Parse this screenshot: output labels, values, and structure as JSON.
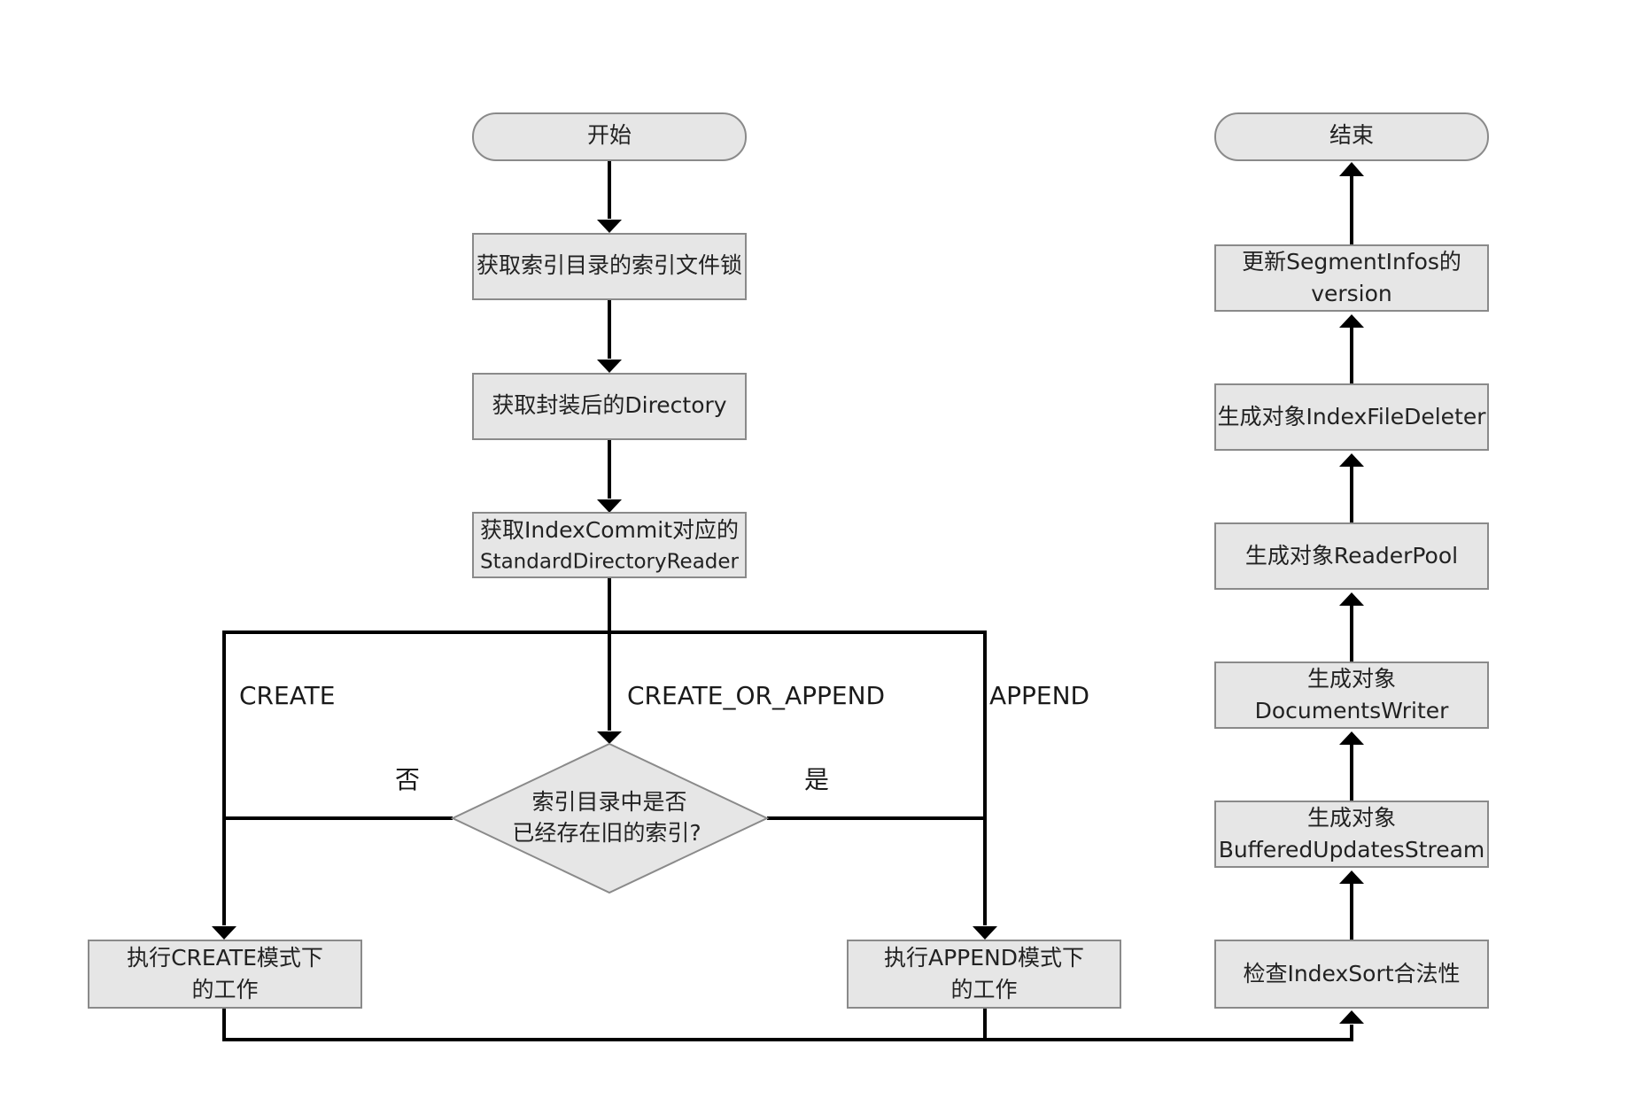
{
  "diagram": {
    "start": "开始",
    "end": "结束",
    "acquire_lock": "获取索引目录的索引文件锁",
    "get_directory": "获取封装后的Directory",
    "get_reader_line1": "获取IndexCommit对应的",
    "get_reader_line2": "StandardDirectoryReader",
    "decision_line1": "索引目录中是否",
    "decision_line2": "已经存在旧的索引?",
    "create_work_line1": "执行CREATE模式下",
    "create_work_line2": "的工作",
    "append_work_line1": "执行APPEND模式下",
    "append_work_line2": "的工作",
    "check_index_sort": "检查IndexSort合法性",
    "gen_buffered_line1": "生成对象",
    "gen_buffered_line2": "BufferedUpdatesStream",
    "gen_docwriter_line1": "生成对象",
    "gen_docwriter_line2": "DocumentsWriter",
    "gen_readerpool": "生成对象ReaderPool",
    "gen_deleter": "生成对象IndexFileDeleter",
    "update_infos_line1": "更新SegmentInfos的",
    "update_infos_line2": "version"
  },
  "edges": {
    "create": "CREATE",
    "create_or_append": "CREATE_OR_APPEND",
    "append": "APPEND",
    "no": "否",
    "yes": "是"
  }
}
